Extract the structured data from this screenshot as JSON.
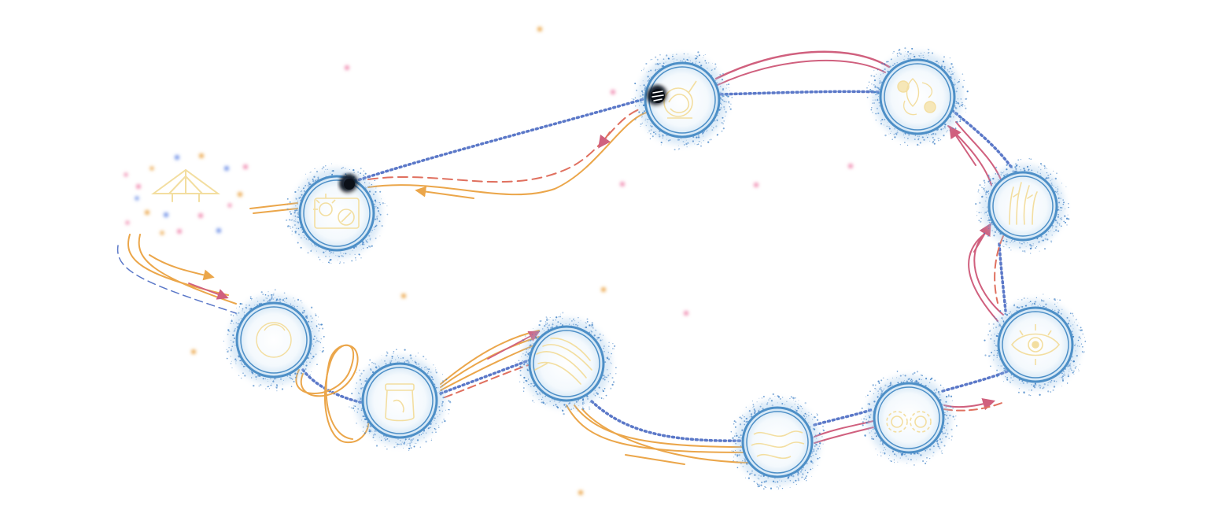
{
  "palette": {
    "background": "#ffffff",
    "node_ring": "#4d8fc7",
    "node_inner": "#e9f4fc",
    "halo_dots": "#3a7dc4",
    "glyph": "#f3dea0",
    "path_orange": "#eba64a",
    "path_pink": "#d0607e",
    "path_blue": "#5b78c8",
    "path_red_dashed": "#e0705f"
  },
  "map": {
    "start_marker_icon": "roof-truss-icon",
    "player_icon": "dark-orb-icon",
    "nodes": [
      {
        "id": "n1",
        "icon": "sun-scene-icon",
        "state": "visited"
      },
      {
        "id": "n2",
        "icon": "compass-swirl-icon",
        "state": "current"
      },
      {
        "id": "n3",
        "icon": "leaves-cluster-icon",
        "state": "locked"
      },
      {
        "id": "n4",
        "icon": "tall-grass-icon",
        "state": "locked"
      },
      {
        "id": "n5",
        "icon": "eye-sun-icon",
        "state": "locked"
      },
      {
        "id": "n6",
        "icon": "twin-flowers-icon",
        "state": "locked"
      },
      {
        "id": "n7",
        "icon": "waves-icon",
        "state": "locked"
      },
      {
        "id": "n8",
        "icon": "feather-fan-icon",
        "state": "locked"
      },
      {
        "id": "n9",
        "icon": "jar-icon",
        "state": "locked"
      },
      {
        "id": "n10",
        "icon": "moon-circle-icon",
        "state": "locked"
      }
    ]
  }
}
